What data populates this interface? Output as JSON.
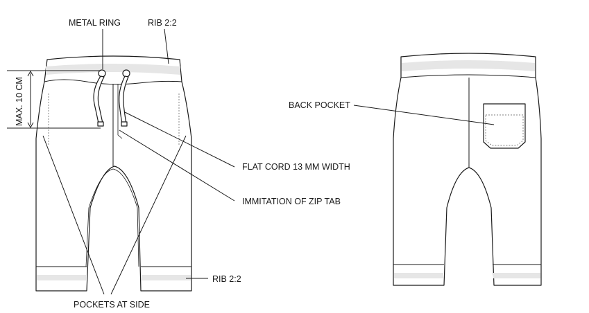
{
  "labels": {
    "metal_ring": "METAL RING",
    "rib_top": "RIB 2:2",
    "max_height": "MAX. 10 CM",
    "back_pocket": "BACK POCKET",
    "flat_cord": "FLAT CORD 13 MM WIDTH",
    "zip_tab": "IMMITATION OF ZIP TAB",
    "rib_cuff": "RIB 2:2",
    "pockets_side": "POCKETS AT SIDE"
  },
  "colors": {
    "line": "#1a1a1a",
    "rib_stripe": "#e6e6e6",
    "background": "#ffffff"
  }
}
